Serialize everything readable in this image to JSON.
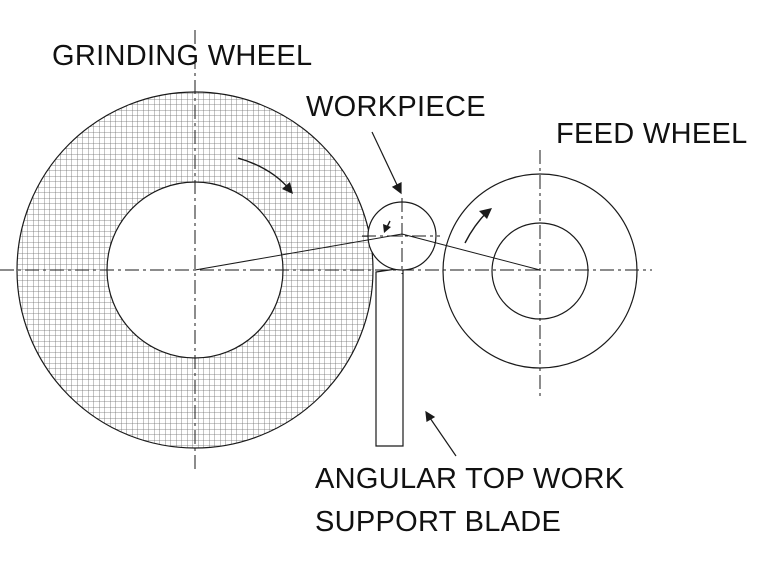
{
  "labels": {
    "grinding_wheel": "GRINDING WHEEL",
    "workpiece": "WORKPIECE",
    "feed_wheel": "FEED WHEEL",
    "blade_line1": "ANGULAR TOP WORK",
    "blade_line2": "SUPPORT BLADE"
  },
  "colors": {
    "line": "#1a1a1a",
    "hatch": "#6e6e6e",
    "background": "#ffffff"
  }
}
